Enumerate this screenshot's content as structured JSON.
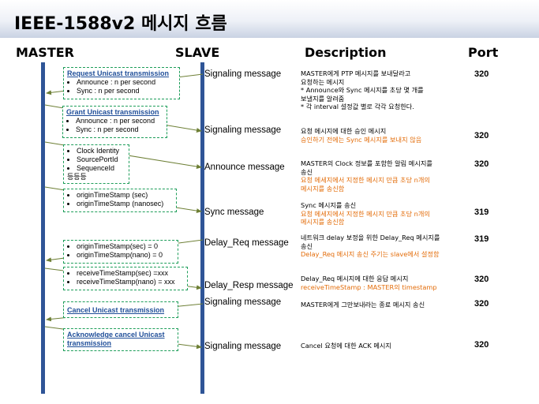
{
  "title": "IEEE-1588v2 메시지 흐름",
  "headers": {
    "master": "MASTER",
    "slave": "SLAVE",
    "description": "Description",
    "port": "Port"
  },
  "boxes": [
    {
      "head": "Request  Unicast transmission",
      "items": [
        "Announce : n per second",
        "Sync : n per second"
      ]
    },
    {
      "head": "Grant  Unicast transmission",
      "items": [
        "Announce : n per second",
        "Sync : n per second"
      ]
    },
    {
      "items": [
        "Clock Identity",
        "SourcePortId",
        "SequenceId"
      ],
      "extra": "등등등"
    },
    {
      "items": [
        "originTimeStamp  (sec)",
        "originTimeStamp  (nanosec)"
      ]
    },
    {
      "items": [
        "originTimeStamp(sec)  = 0",
        "originTimeStamp(nano)  = 0"
      ]
    },
    {
      "items": [
        "receiveTimeStamp(sec)  =xxx",
        "receiveTimeStamp(nano)  = xxx"
      ]
    },
    {
      "head": "Cancel  Unicast transmission"
    },
    {
      "head": "Acknowledge  cancel  Unicast transmission"
    }
  ],
  "messages": [
    {
      "label": "Signaling message",
      "port": "320",
      "desc": [
        "MASTER에게 PTP 메시지를 보내달라고",
        "요청하는 메시지",
        "* Announce와 Sync 메시지를 초당 몇 개를",
        "   보낼지를 알려줌",
        "* 각 interval 설정값 별로 각각 요청한다."
      ],
      "desc_orange": []
    },
    {
      "label": "Signaling message",
      "port": "320",
      "desc": [
        "요청 메시지에 대한 승인 메시지"
      ],
      "desc_orange": [
        "승인하기 전에는 Sync 메시지를 보내지 않음"
      ]
    },
    {
      "label": "Announce message",
      "port": "320",
      "desc": [
        "MASTER의 Clock 정보를 포함한 알림 메시지를",
        "송신"
      ],
      "desc_orange": [
        "요청 메세지에서 지정한 메시지 만큼 초당 n개의",
        "메시지를 송신함"
      ]
    },
    {
      "label": "Sync message",
      "port": "319",
      "desc": [
        "Sync 메시지를 송신"
      ],
      "desc_orange": [
        "요청 메세지에서 지정한 메시지 만큼 초당 n개의",
        "메시지를 송신함"
      ]
    },
    {
      "label": "Delay_Req message",
      "port": "319",
      "desc": [
        "네트워크 delay 보정을 위한 Delay_Req 메시지를",
        "송신"
      ],
      "desc_orange": [
        "Delay_Req 메시지 송신 주기는 slave에서 설정함"
      ]
    },
    {
      "label": "Delay_Resp message",
      "port": "320",
      "desc": [
        "Delay_Req 메시지에 대한 응답 메시지"
      ],
      "desc_orange": [
        "receiveTimeStamp  : MASTER의 timestamp"
      ]
    },
    {
      "label": "Signaling message",
      "port": "320",
      "desc": [
        "MASTER에게 그만보내라는 종료 메시지 송신"
      ],
      "desc_orange": []
    },
    {
      "label": "Signaling message",
      "port": "320",
      "desc": [
        "Cancel 요청에 대한 ACK 메시지"
      ],
      "desc_orange": []
    }
  ],
  "colors": {
    "lifeline": "#2f5597",
    "box_border": "#1e9e5a",
    "box_head": "#1f4e99",
    "arrow": "#6d7f35",
    "note_orange": "#e36c09"
  }
}
